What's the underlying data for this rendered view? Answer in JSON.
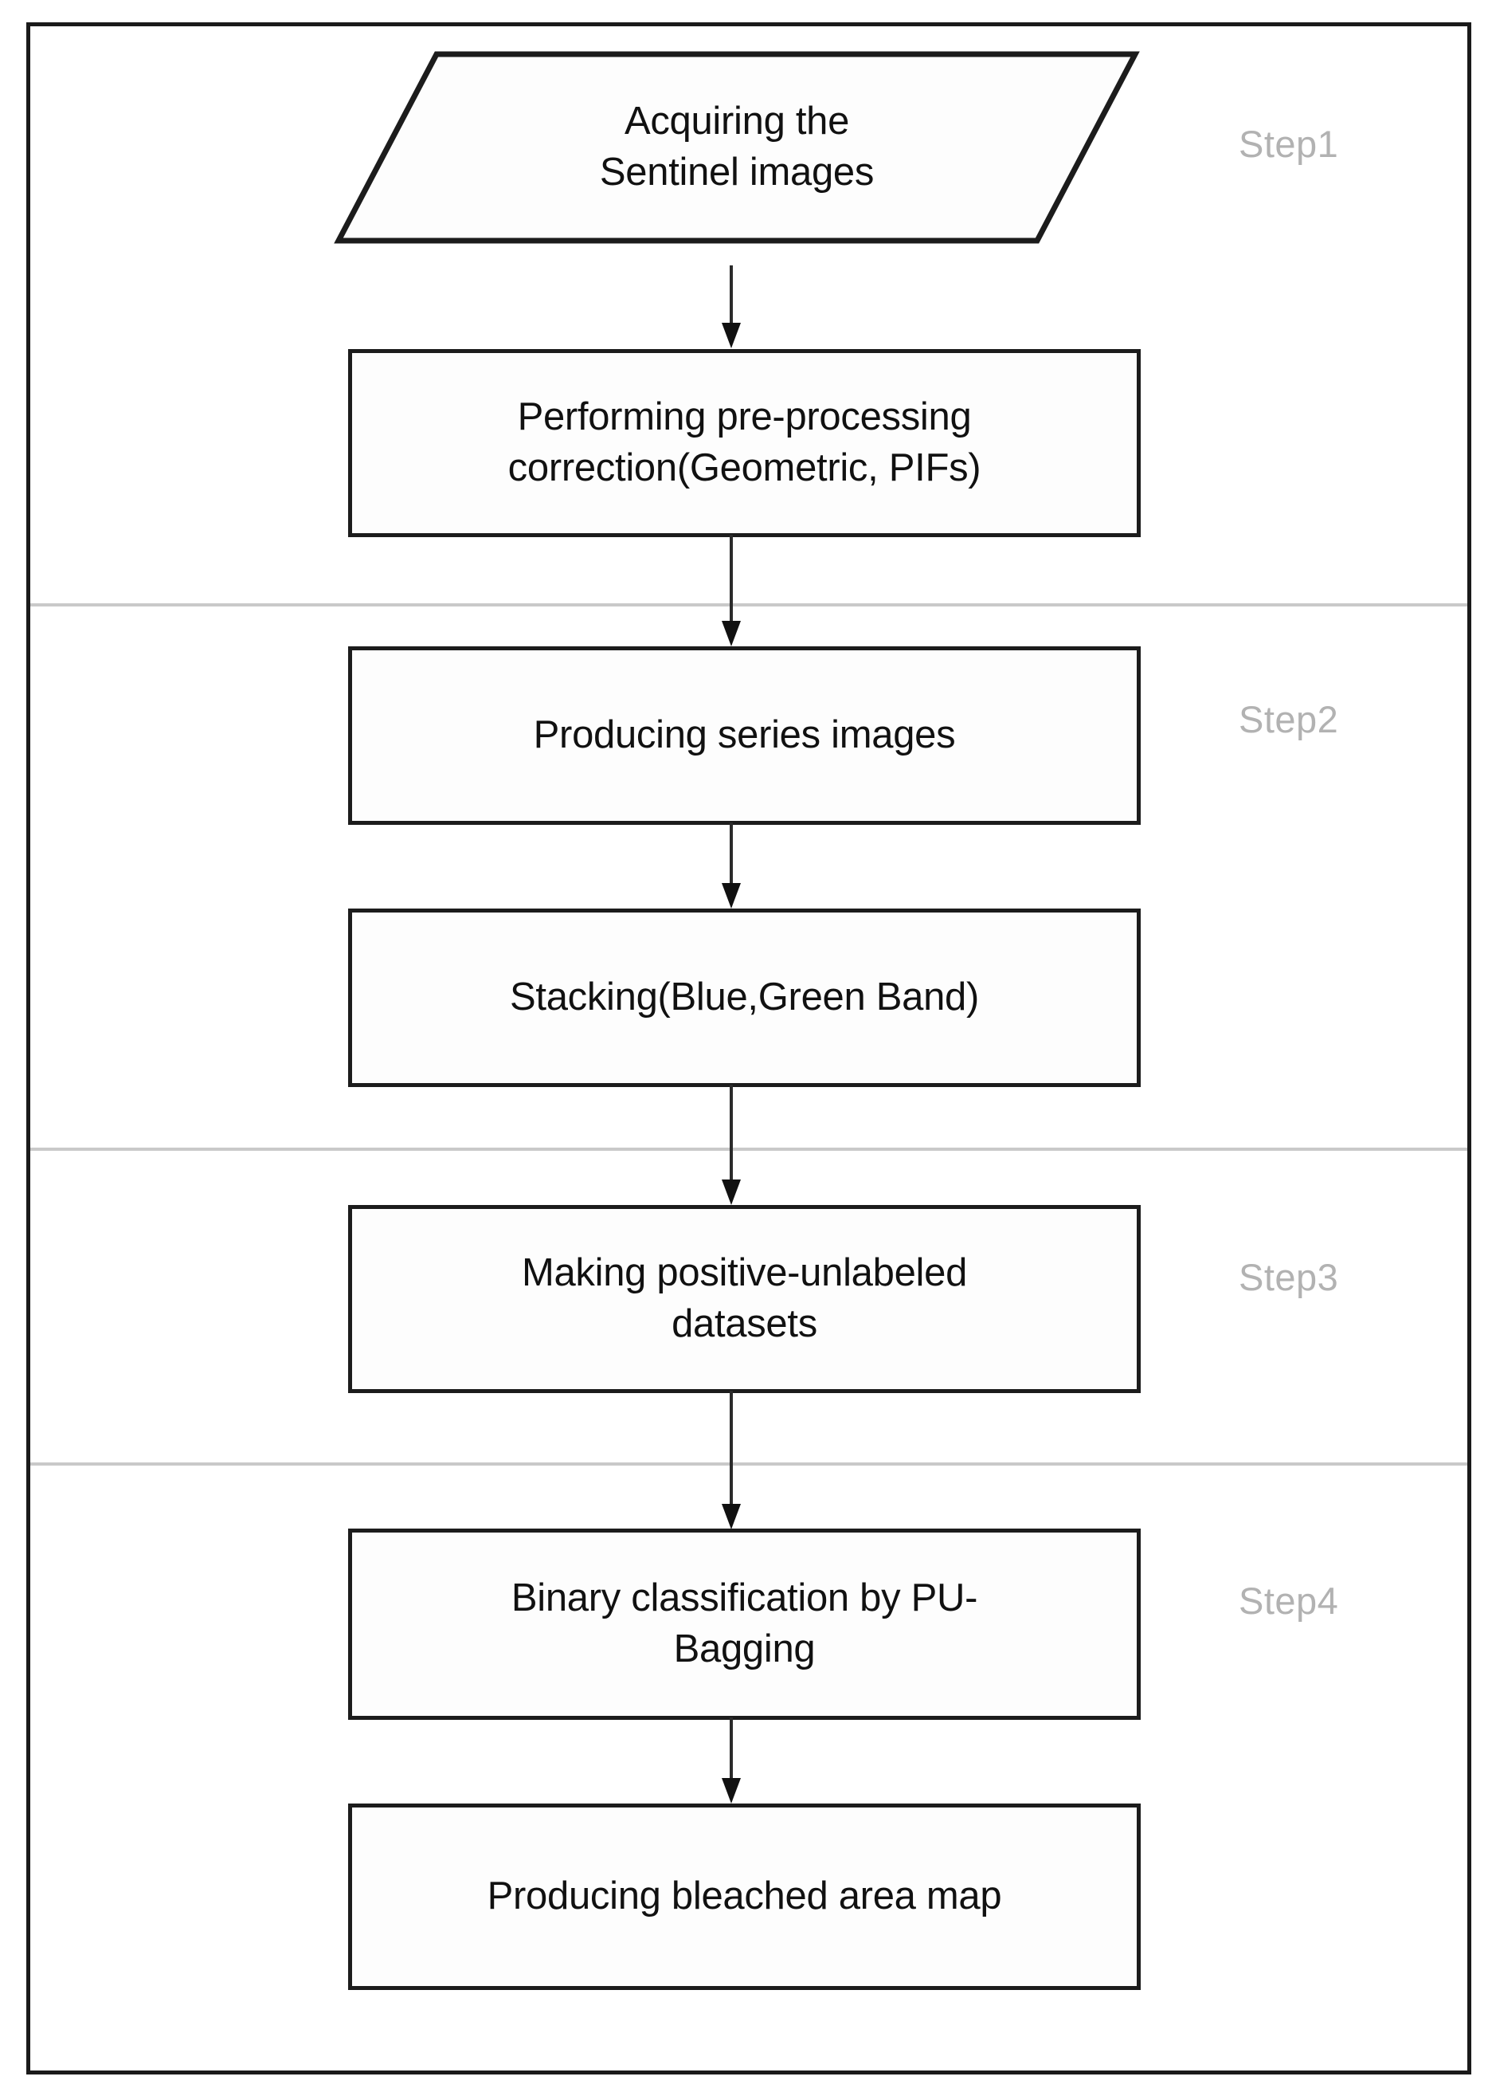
{
  "figure": {
    "type": "flowchart",
    "orientation": "vertical",
    "frame_color": "#1a1a1a",
    "node_border_color": "#1c1c1c",
    "step_label_color": "#b2b2b2",
    "connector_color": "#2b2b2b",
    "divider_color": "#c9c9c9",
    "background": "#ffffff"
  },
  "steps": [
    {
      "id": "step1",
      "label": "Step1"
    },
    {
      "id": "step2",
      "label": "Step2"
    },
    {
      "id": "step3",
      "label": "Step3"
    },
    {
      "id": "step4",
      "label": "Step4"
    }
  ],
  "nodes": [
    {
      "id": "n1",
      "shape": "parallelogram",
      "step": "step1",
      "text": "Acquiring the\nSentinel images"
    },
    {
      "id": "n2",
      "shape": "rectangle",
      "step": "step1",
      "text": "Performing pre-processing\ncorrection(Geometric, PIFs)"
    },
    {
      "id": "n3",
      "shape": "rectangle",
      "step": "step2",
      "text": "Producing series images"
    },
    {
      "id": "n4",
      "shape": "rectangle",
      "step": "step2",
      "text": "Stacking(Blue,Green Band)"
    },
    {
      "id": "n5",
      "shape": "rectangle",
      "step": "step3",
      "text": "Making positive-unlabeled\ndatasets"
    },
    {
      "id": "n6",
      "shape": "rectangle",
      "step": "step4",
      "text": "Binary classification by PU-\nBagging"
    },
    {
      "id": "n7",
      "shape": "rectangle",
      "step": "step4",
      "text": "Producing bleached area map"
    }
  ],
  "edges": [
    {
      "id": "e1",
      "from": "n1",
      "to": "n2"
    },
    {
      "id": "e2",
      "from": "n2",
      "to": "n3"
    },
    {
      "id": "e3",
      "from": "n3",
      "to": "n4"
    },
    {
      "id": "e4",
      "from": "n4",
      "to": "n5"
    },
    {
      "id": "e5",
      "from": "n5",
      "to": "n6"
    },
    {
      "id": "e6",
      "from": "n6",
      "to": "n7"
    }
  ]
}
